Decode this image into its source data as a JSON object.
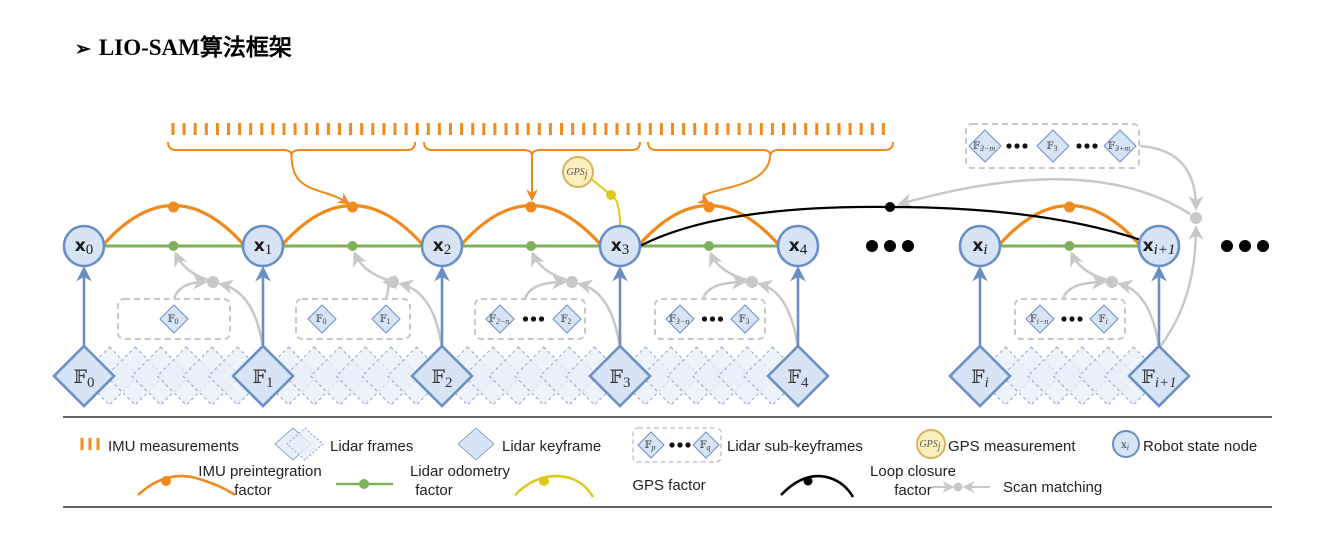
{
  "title": {
    "bullet": "➢",
    "text": "LIO-SAM算法框架"
  },
  "diagram": {
    "colors": {
      "imu": "#f08a1c",
      "lidar_odometry": "#7cb25a",
      "gps": "#e0c81a",
      "loop_closure": "#000000",
      "scan_matching": "#c8c8c8",
      "node_fill": "#d6e4f5",
      "node_stroke": "#6b8fc4",
      "frame_fill": "#e8eef9",
      "gps_fill": "#fbefc0",
      "gps_stroke": "#d8b45a",
      "rule": "#666666"
    },
    "state_nodes": [
      {
        "name": "x",
        "sub": "0",
        "sub_italic": false
      },
      {
        "name": "x",
        "sub": "1",
        "sub_italic": false
      },
      {
        "name": "x",
        "sub": "2",
        "sub_italic": false
      },
      {
        "name": "x",
        "sub": "3",
        "sub_italic": false
      },
      {
        "name": "x",
        "sub": "4",
        "sub_italic": false
      },
      {
        "name": "x",
        "sub": "i",
        "sub_italic": true
      },
      {
        "name": "x",
        "sub": "i+1",
        "sub_italic": true
      }
    ],
    "keyframes": [
      {
        "name": "𝔽",
        "sub": "0"
      },
      {
        "name": "𝔽",
        "sub": "1"
      },
      {
        "name": "𝔽",
        "sub": "2"
      },
      {
        "name": "𝔽",
        "sub": "3"
      },
      {
        "name": "𝔽",
        "sub": "4"
      },
      {
        "name": "𝔽",
        "sub": "i"
      },
      {
        "name": "𝔽",
        "sub": "i+1"
      }
    ],
    "sub_keyframe_groups": [
      {
        "items": [
          {
            "name": "𝔽",
            "sub": "0"
          }
        ]
      },
      {
        "items": [
          {
            "name": "𝔽",
            "sub": "0"
          },
          {
            "name": "𝔽",
            "sub": "1"
          }
        ]
      },
      {
        "items": [
          {
            "name": "𝔽",
            "sub": "2−n"
          },
          {
            "name": "•••"
          },
          {
            "name": "𝔽",
            "sub": "2"
          }
        ]
      },
      {
        "items": [
          {
            "name": "𝔽",
            "sub": "3−n"
          },
          {
            "name": "•••"
          },
          {
            "name": "𝔽",
            "sub": "3"
          }
        ]
      },
      {
        "items": [
          {
            "name": "𝔽",
            "sub": "i−n"
          },
          {
            "name": "•••"
          },
          {
            "name": "𝔽",
            "sub": "i"
          }
        ]
      }
    ],
    "loop_window": {
      "items": [
        {
          "name": "𝔽",
          "sub": "3−m"
        },
        {
          "name": "•••"
        },
        {
          "name": "𝔽",
          "sub": "3"
        },
        {
          "name": "•••"
        },
        {
          "name": "𝔽",
          "sub": "3+m"
        }
      ]
    },
    "gps_node": {
      "label": "GPS",
      "sub": "j"
    },
    "ellipsis": "•••"
  },
  "legend": {
    "row1": [
      {
        "icon": "imu-ticks-icon",
        "label": "IMU measurements"
      },
      {
        "icon": "lidar-frames-icon",
        "label": "Lidar frames"
      },
      {
        "icon": "lidar-keyframe-icon",
        "label": "Lidar keyframe"
      },
      {
        "icon": "lidar-sub-keyframes-icon",
        "label": "Lidar sub-keyframes",
        "sub_p": "p",
        "sub_q": "q"
      },
      {
        "icon": "gps-measurement-icon",
        "label": "GPS measurement",
        "glyph": "GPS",
        "sub": "j"
      },
      {
        "icon": "robot-state-node-icon",
        "label": "Robot state node",
        "glyph": "x",
        "sub": "i"
      }
    ],
    "row2": [
      {
        "icon": "imu-preintegration-factor-icon",
        "label_line1": "IMU preintegration",
        "label_line2": "factor"
      },
      {
        "icon": "lidar-odometry-factor-icon",
        "label_line1": "Lidar odometry",
        "label_line2": "factor"
      },
      {
        "icon": "gps-factor-icon",
        "label": "GPS factor"
      },
      {
        "icon": "loop-closure-factor-icon",
        "label_line1": "Loop closure",
        "label_line2": "factor"
      },
      {
        "icon": "scan-matching-icon",
        "label": "Scan matching"
      }
    ]
  }
}
